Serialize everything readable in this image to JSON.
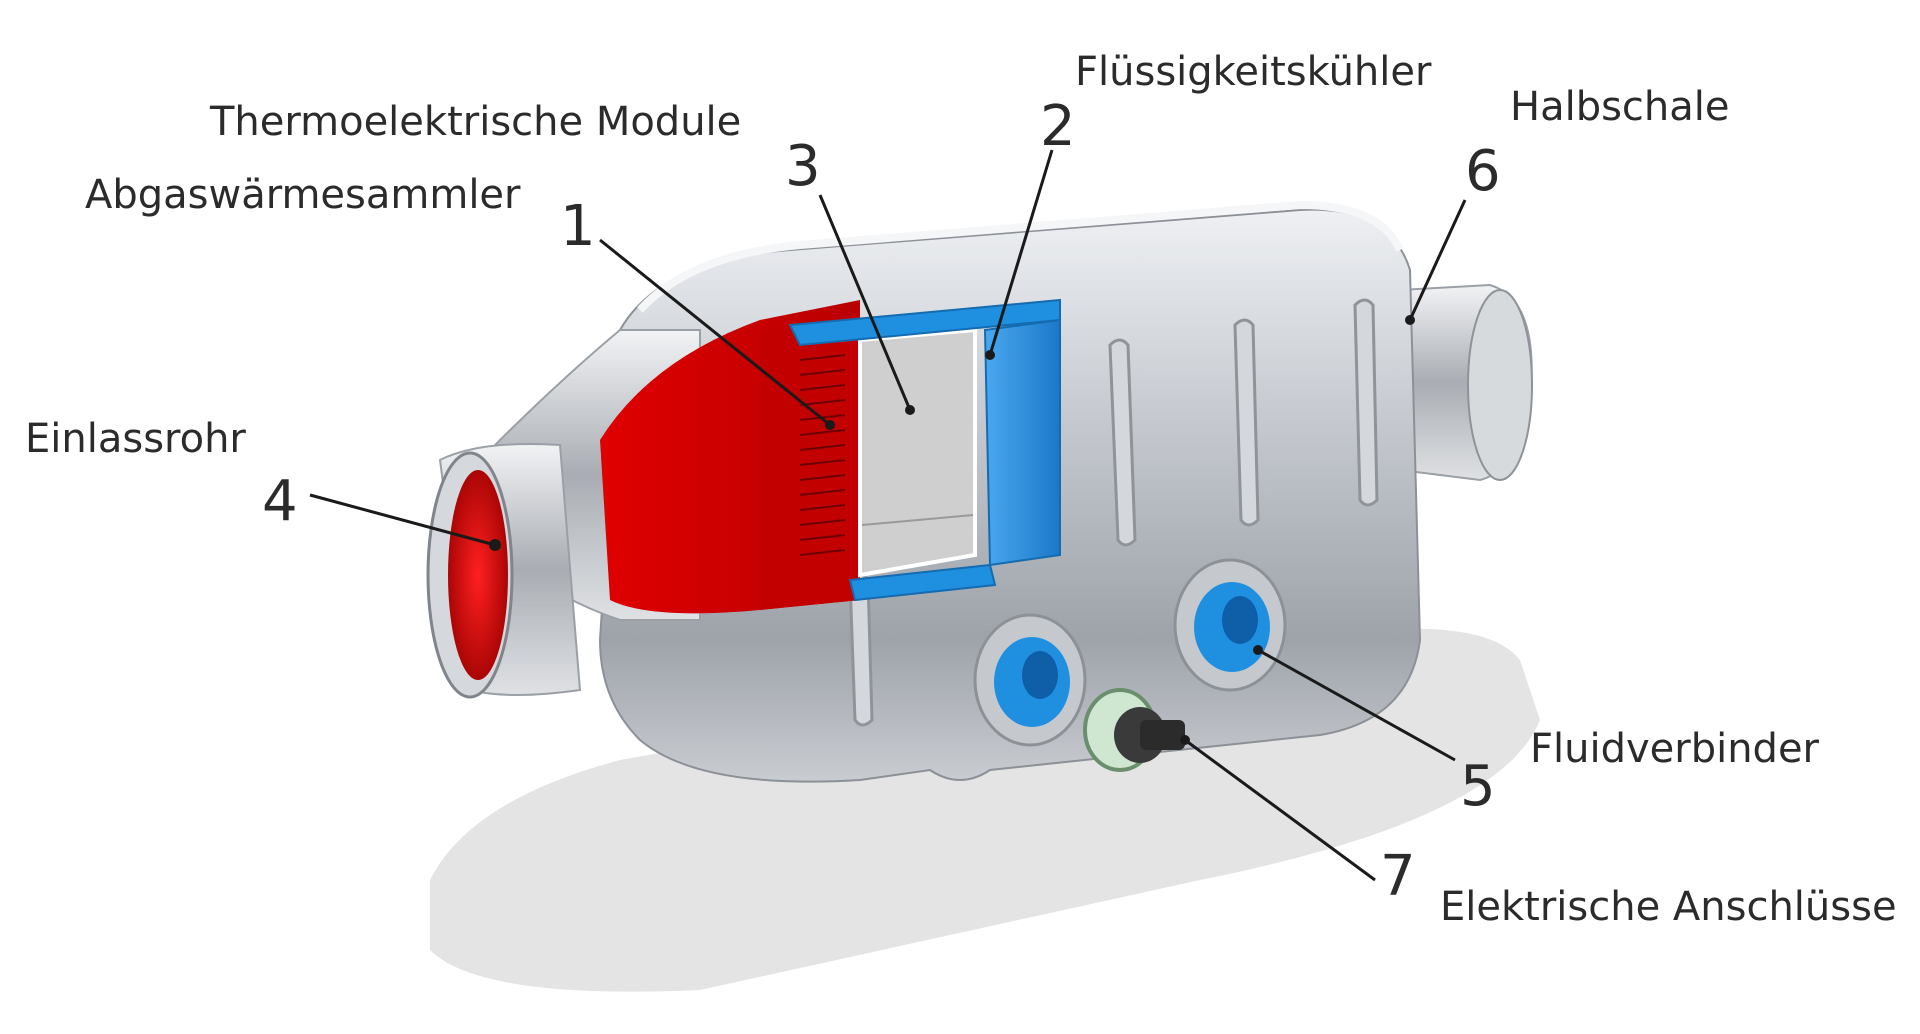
{
  "callouts": [
    {
      "number": "1",
      "label": "Abgaswärmesammler"
    },
    {
      "number": "2",
      "label": "Flüssigkeitskühler"
    },
    {
      "number": "3",
      "label": "Thermoelektrische Module"
    },
    {
      "number": "4",
      "label": "Einlassrohr"
    },
    {
      "number": "5",
      "label": "Fluidverbinder"
    },
    {
      "number": "6",
      "label": "Halbschale"
    },
    {
      "number": "7",
      "label": "Elektrische Anschlüsse"
    }
  ],
  "colors": {
    "collector": "#d40000",
    "cooler": "#1f8fe0",
    "modules": "#cfcfcf",
    "shell": "#b8bcc2",
    "shadow": "#e6e6e6"
  }
}
